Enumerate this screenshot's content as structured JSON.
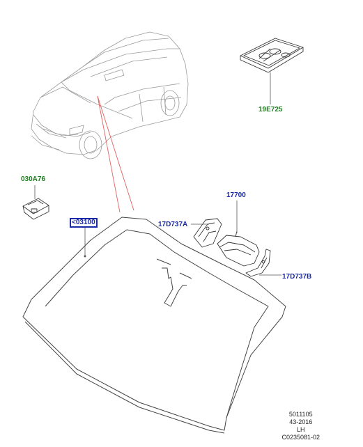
{
  "callouts": {
    "upper_kit": "19E725",
    "bracket_left": "030A76",
    "windscreen": "<03100",
    "mirror": "17700",
    "mirror_cover_left": "17D737A",
    "mirror_cover_right": "17D737B"
  },
  "footer": {
    "line1": "5011105",
    "line2": "43-2016",
    "line3": "LH",
    "line4": "C0235081-02"
  },
  "colors": {
    "green_label": "#1e7d1e",
    "blue_label": "#1a2aa6",
    "pointer_red": "#e06060",
    "line_gray": "#555555"
  }
}
